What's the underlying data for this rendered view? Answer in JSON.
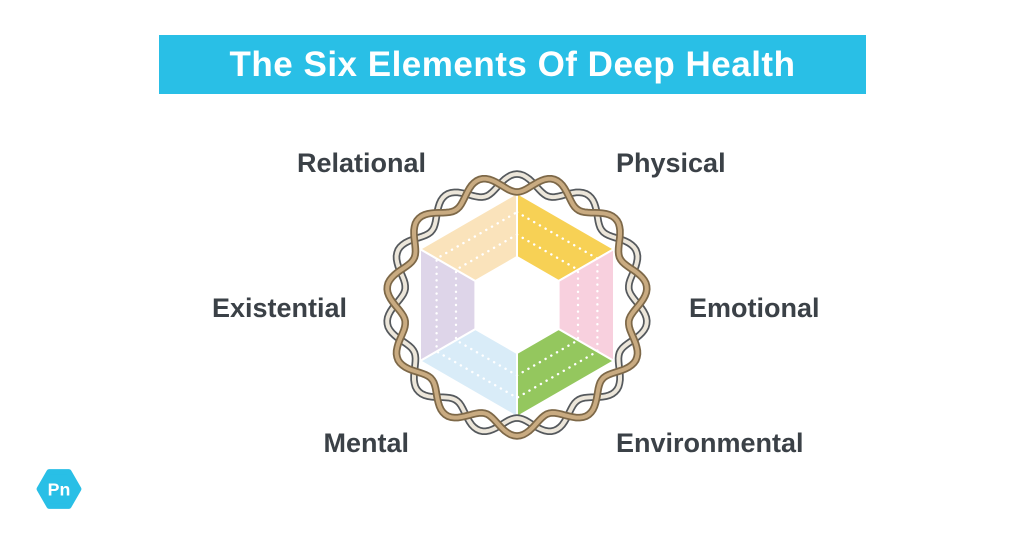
{
  "banner": {
    "title": "The Six Elements Of Deep Health"
  },
  "colors": {
    "banner_bg": "#29bfe6",
    "banner_text": "#ffffff",
    "label_text": "#3b4147",
    "logo": "#29bfe6",
    "grid_dots": "#ffffff"
  },
  "wheel": {
    "segments": [
      {
        "label": "Physical",
        "color": "#f7d155"
      },
      {
        "label": "Emotional",
        "color": "#f8d0de"
      },
      {
        "label": "Environmental",
        "color": "#94c75e"
      },
      {
        "label": "Mental",
        "color": "#d9ecf8"
      },
      {
        "label": "Existential",
        "color": "#ded5e9"
      },
      {
        "label": "Relational",
        "color": "#fae3bb"
      }
    ],
    "grid_rings": [
      0.35,
      0.7
    ],
    "rope": {
      "waves": 11,
      "strands": [
        {
          "outline": "#55595d",
          "fill": "#ece6da",
          "phase": 0
        },
        {
          "outline": "#7d6848",
          "fill": "#c9ab81",
          "phase": 3.14159
        }
      ]
    }
  },
  "logo": {
    "text": "Pn"
  }
}
